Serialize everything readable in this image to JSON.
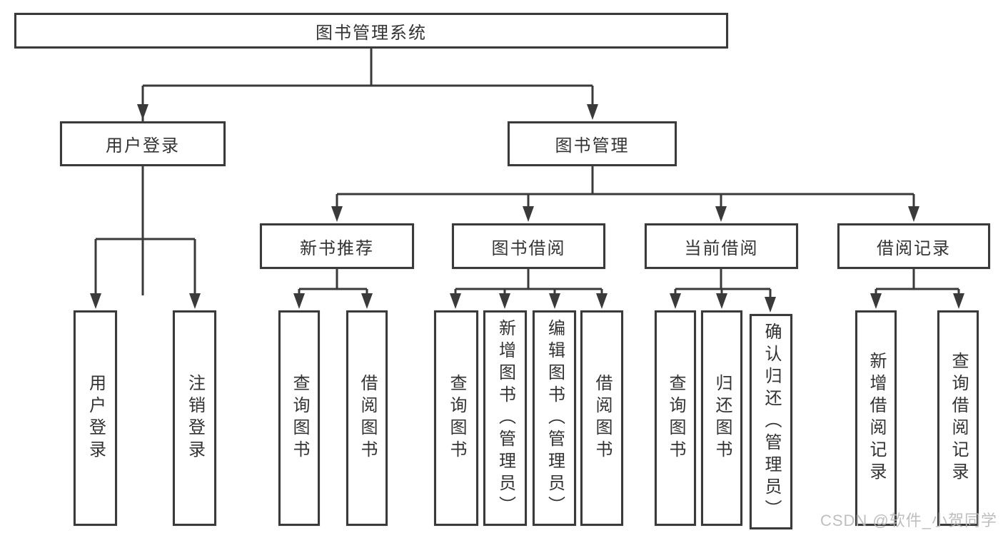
{
  "tree": {
    "root": "图书管理系统",
    "children": [
      {
        "label": "用户登录",
        "leaves": [
          "用户登录",
          "注销登录"
        ]
      },
      {
        "label": "图书管理",
        "children": [
          {
            "label": "新书推荐",
            "leaves": [
              "查询图书",
              "借阅图书"
            ]
          },
          {
            "label": "图书借阅",
            "leaves": [
              "查询图书",
              "新增图书（管理员）",
              "编辑图书（管理员）",
              "借阅图书"
            ]
          },
          {
            "label": "当前借阅",
            "leaves": [
              "查询图书",
              "归还图书",
              "确认归还（管理员）"
            ]
          },
          {
            "label": "借阅记录",
            "leaves": [
              "新增借阅记录",
              "查询借阅记录"
            ]
          }
        ]
      }
    ]
  },
  "watermark": "CSDN @软件_小贺同学",
  "colors": {
    "line": "#3a3a3a",
    "ink": "#333333",
    "wm": "#b8b8b8",
    "bg": "#ffffff"
  }
}
